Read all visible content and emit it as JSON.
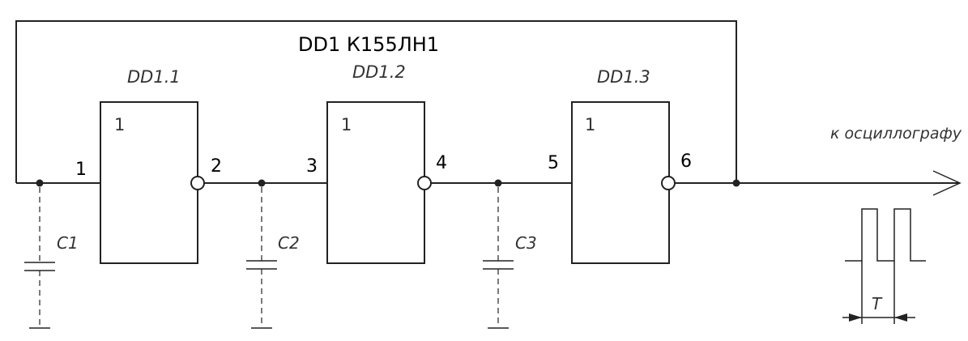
{
  "title": "DD1 К155ЛН1",
  "gates": [
    {
      "name": "DD1.1",
      "symbol": "1",
      "in_pin": "1",
      "out_pin": "2"
    },
    {
      "name": "DD1.2",
      "symbol": "1",
      "in_pin": "3",
      "out_pin": "4"
    },
    {
      "name": "DD1.3",
      "symbol": "1",
      "in_pin": "5",
      "out_pin": "6"
    }
  ],
  "capacitors": [
    "C1",
    "C2",
    "C3"
  ],
  "output_label": "к осциллографу",
  "period_label": "T"
}
